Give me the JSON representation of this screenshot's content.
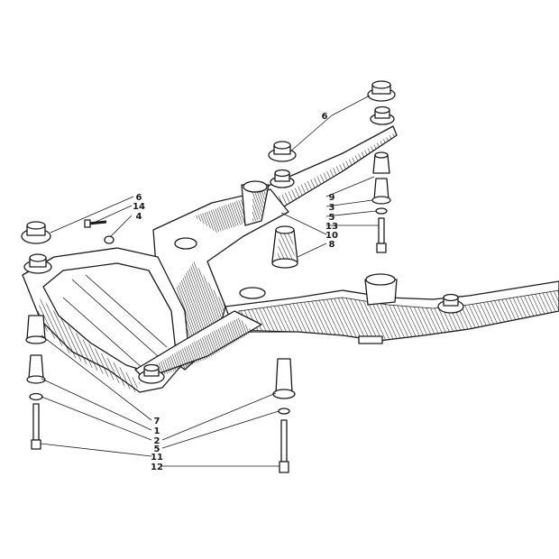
{
  "callouts": {
    "c6_top": "6",
    "c6_left": "6",
    "c14": "14",
    "c4": "4",
    "c9": "9",
    "c3": "3",
    "c5_right": "5",
    "c13": "13",
    "c10": "10",
    "c8": "8",
    "c7": "7",
    "c1": "1",
    "c2": "2",
    "c5_bottom": "5",
    "c11": "11",
    "c12": "12"
  },
  "colors": {
    "ink": "#1a1a1a",
    "paper": "#ffffff"
  }
}
